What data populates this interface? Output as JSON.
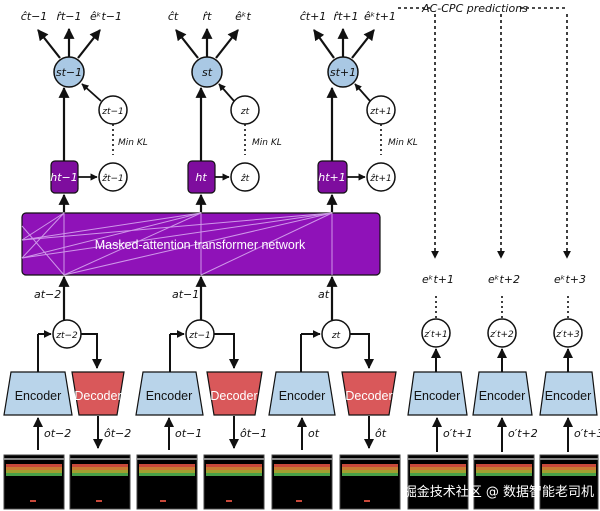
{
  "diagram": {
    "predictions_header": "AC-CPC predictions",
    "transformer_label": "Masked-attention transformer network",
    "encoder_label": "Encoder",
    "decoder_label": "Decoder",
    "min_kl_label": "Min KL",
    "watermark": "掘金技术社区 @ 数据智能老司机",
    "steps": [
      {
        "c_hat": "ĉt−1",
        "r_hat": "r̂t−1",
        "e_hat": "êᵏt−1",
        "s": "st−1",
        "z_post": "zt−1",
        "z_hat": "ẑt−1",
        "h": "ht−1",
        "a": "at−2",
        "z_in": "zt−2",
        "o": "ot−2",
        "o_hat": "ôt−2"
      },
      {
        "c_hat": "ĉt",
        "r_hat": "r̂t",
        "e_hat": "êᵏt",
        "s": "st",
        "z_post": "zt",
        "z_hat": "ẑt",
        "h": "ht",
        "a": "at−1",
        "z_in": "zt−1",
        "o": "ot−1",
        "o_hat": "ôt−1"
      },
      {
        "c_hat": "ĉt+1",
        "r_hat": "r̂t+1",
        "e_hat": "êᵏt+1",
        "s": "st+1",
        "z_post": "zt+1",
        "z_hat": "ẑt+1",
        "h": "ht+1",
        "a": "at",
        "z_in": "zt",
        "o": "ot",
        "o_hat": "ôt"
      }
    ],
    "future": [
      {
        "e": "eᵏt+1",
        "z": "z′t+1",
        "o": "o′t+1"
      },
      {
        "e": "eᵏt+2",
        "z": "z′t+2",
        "o": "o′t+2"
      },
      {
        "e": "eᵏt+3",
        "z": "z′t+3",
        "o": "o′t+3"
      }
    ]
  },
  "colors": {
    "state_node": "#a9c8e4",
    "encoder_box": "#b9d4ea",
    "decoder_box": "#d9585a",
    "h_box": "#7e0d9e",
    "transformer": "#8f12b8",
    "line": "#111111"
  }
}
